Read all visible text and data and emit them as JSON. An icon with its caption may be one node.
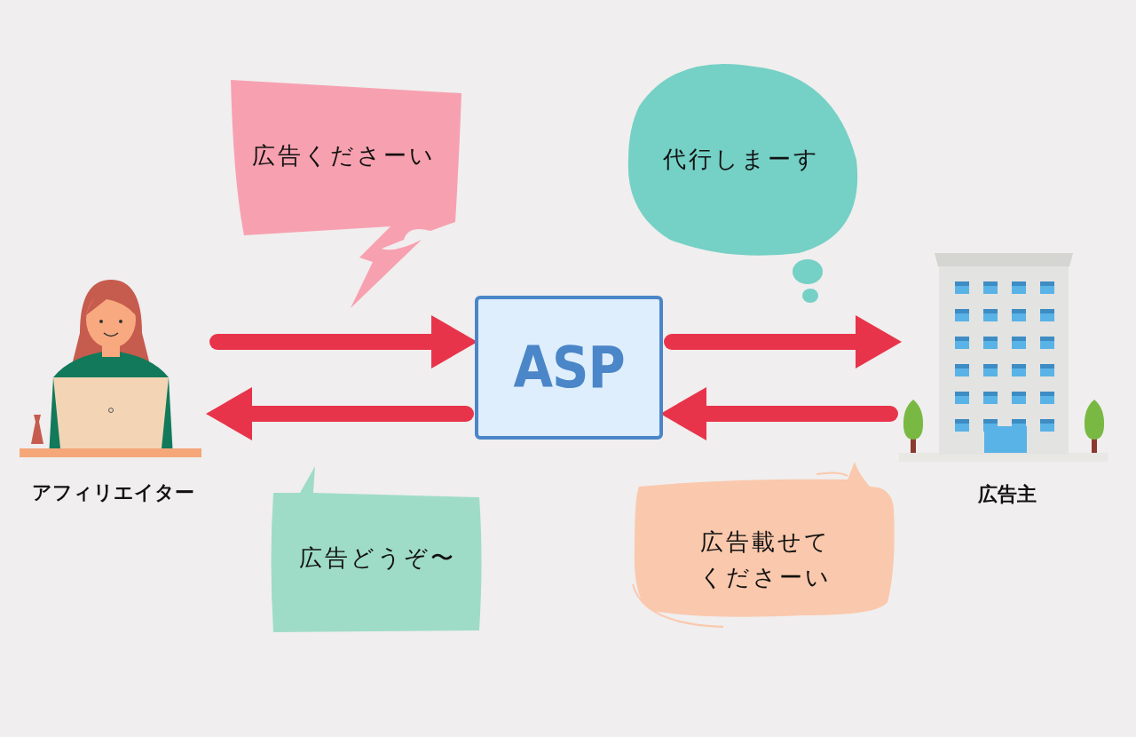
{
  "diagram": {
    "nodes": [
      {
        "text": [
          "アフィリエイター"
        ]
      },
      {
        "text": [
          "ASP"
        ]
      },
      {
        "text": [
          "広告主"
        ]
      },
      {
        "text": [
          "広告くださーい"
        ]
      },
      {
        "text": [
          "代行しまーす"
        ]
      },
      {
        "text": [
          "広告どうぞ〜"
        ]
      },
      {
        "text": [
          "広告載せてくださーい"
        ]
      }
    ],
    "edges": [
      {
        "from": 0,
        "to": 1,
        "arrow": "to"
      },
      {
        "from": 1,
        "to": 0,
        "arrow": "to"
      },
      {
        "from": 1,
        "to": 2,
        "arrow": "to"
      },
      {
        "from": 2,
        "to": 1,
        "arrow": "to"
      }
    ]
  }
}
